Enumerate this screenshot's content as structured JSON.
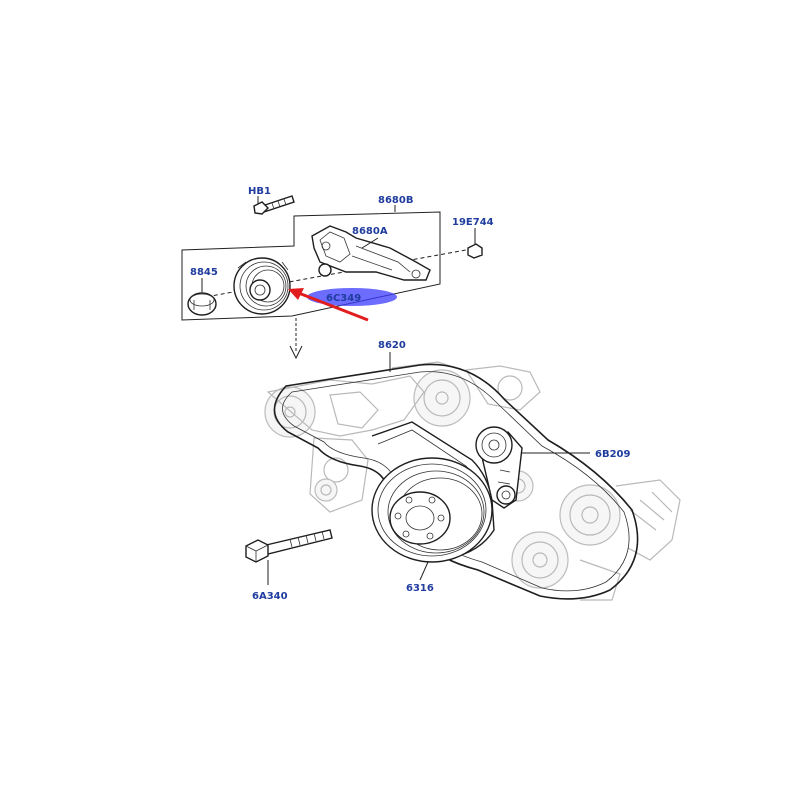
{
  "diagram": {
    "colors": {
      "label": "#1f3c9e",
      "highlight": "#3b3bff",
      "arrow": "#e21d1d",
      "line": "#222222",
      "ghost": "#b9b9b9"
    },
    "labels": {
      "hb1": "HB1",
      "p8680b": "8680B",
      "p19e744": "19E744",
      "p8680a": "8680A",
      "p8845": "8845",
      "p6c349": "6C349",
      "p8620": "8620",
      "p6b209": "6B209",
      "p6a340": "6A340",
      "p6316": "6316"
    }
  }
}
